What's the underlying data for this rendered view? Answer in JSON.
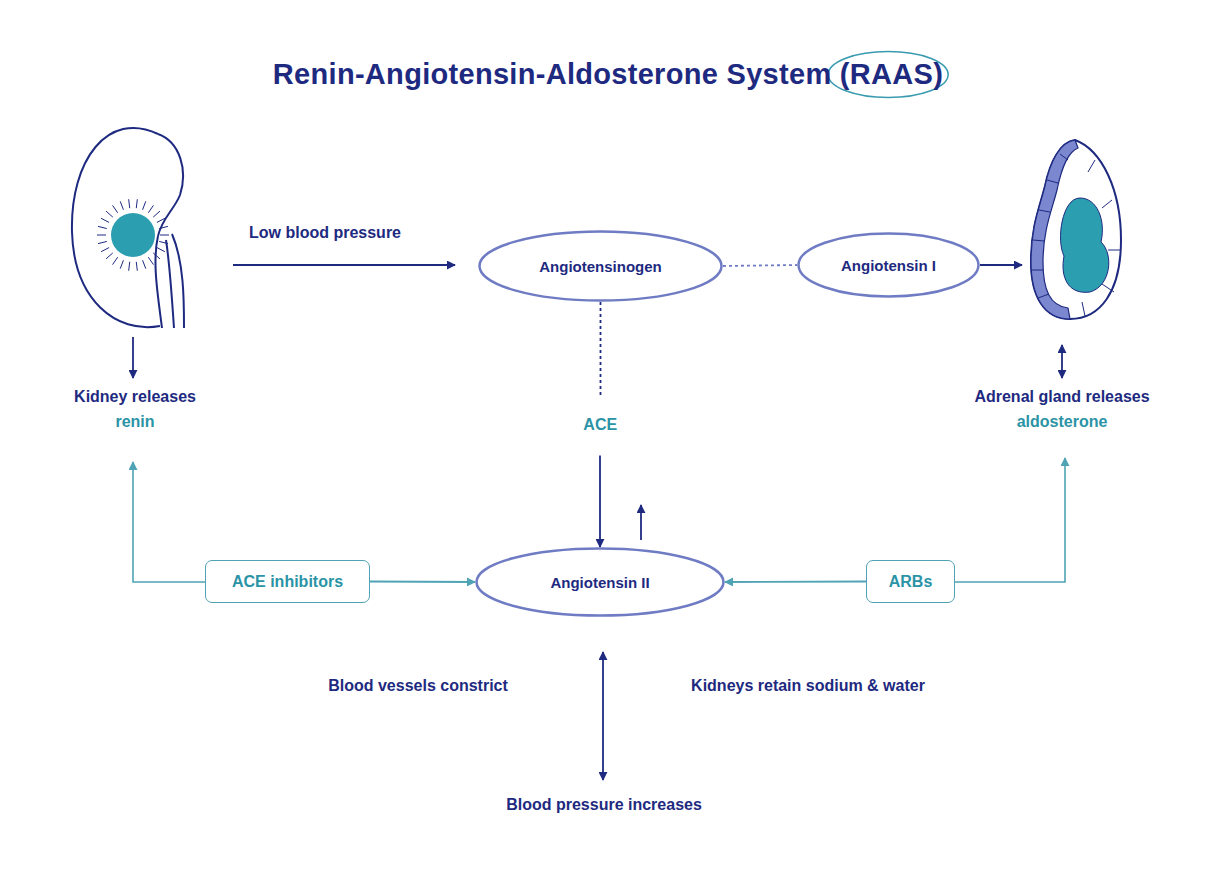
{
  "diagram": {
    "title": "Renin-Angiotensin-Aldosterone System (RAAS)",
    "nodes": [
      {
        "text": [
          "Angiotensinogen"
        ]
      },
      {
        "text": [
          "Angiotensin I"
        ]
      },
      {
        "text": [
          "ACE inhibitors"
        ]
      },
      {
        "text": [
          "Angiotensin II"
        ]
      },
      {
        "text": [
          "ARBs"
        ]
      }
    ],
    "edges": [
      {
        "from": 0,
        "to": 1,
        "arrow": "none"
      },
      {
        "from": 0,
        "to": 3,
        "label": "ACE",
        "arrow": "to"
      },
      {
        "from": 2,
        "to": 3,
        "arrow": "to"
      },
      {
        "from": 4,
        "to": 3,
        "arrow": "to"
      }
    ],
    "labels": [
      "Low blood pressure",
      "Kidney releases",
      "renin",
      "Adrenal gland releases",
      "aldosterone",
      "Blood vessels constrict",
      "Kidneys retain sodium & water",
      "Blood pressure increases"
    ]
  }
}
